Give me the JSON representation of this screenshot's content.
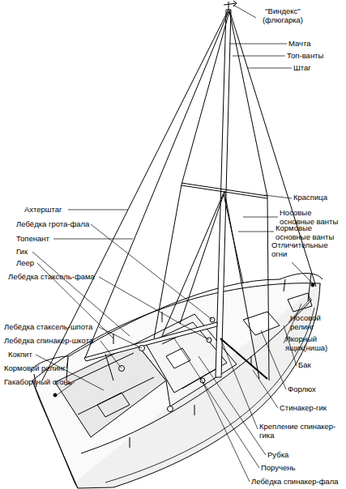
{
  "diagram": {
    "labels": [
      "\"Виндекс\" (флюгарка)",
      "Мачта",
      "Топ-ванты",
      "Штаг",
      "Краспица",
      "Носовые основные ванты",
      "Кормовые основные ванты",
      "Отличительные огни",
      "Носовой релинг",
      "Якорный ящик(ниша)",
      "Бак",
      "Форлюх",
      "Стинакер-гик",
      "Крепление спинакер-гика",
      "Рубка",
      "Поручень",
      "Лебёдка спинакер-фала",
      "Ахтерштаг",
      "Лебёдка грота-фала",
      "Топенант",
      "Гик",
      "Леер",
      "Лебёдка стаксель-фама",
      "Лебёдка стаксель-шпота",
      "Лебёдка спинакер-шкота",
      "Кокпит",
      "Кормовой релинг",
      "Гакабортный огонь"
    ]
  }
}
